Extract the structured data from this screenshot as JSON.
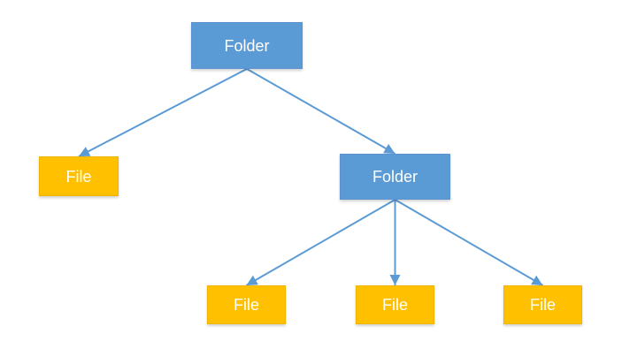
{
  "colors": {
    "folder": "#5b9bd5",
    "file": "#ffc000",
    "edge": "#5b9bd5",
    "text": "#ffffff",
    "background": "#ffffff"
  },
  "nodes": {
    "root_folder": {
      "label": "Folder"
    },
    "file_left": {
      "label": "File"
    },
    "child_folder": {
      "label": "Folder"
    },
    "file_child_1": {
      "label": "File"
    },
    "file_child_2": {
      "label": "File"
    },
    "file_child_3": {
      "label": "File"
    }
  },
  "edges": [
    {
      "from": "root_folder",
      "to": "file_left"
    },
    {
      "from": "root_folder",
      "to": "child_folder"
    },
    {
      "from": "child_folder",
      "to": "file_child_1"
    },
    {
      "from": "child_folder",
      "to": "file_child_2"
    },
    {
      "from": "child_folder",
      "to": "file_child_3"
    }
  ]
}
